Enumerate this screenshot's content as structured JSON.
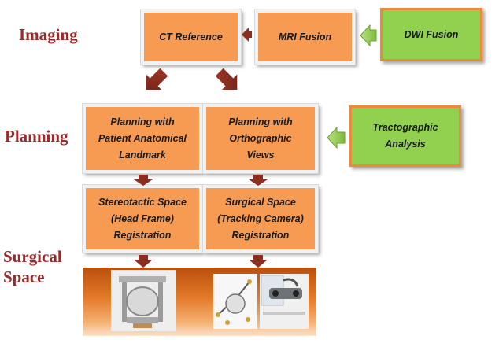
{
  "stages": {
    "imaging": "Imaging",
    "planning": "Planning",
    "surgical": "Surgical\nSpace"
  },
  "boxes": {
    "ct_reference": "CT Reference",
    "mri_fusion": "MRI Fusion",
    "dwi_fusion": "DWI Fusion",
    "planning_anatomical": "Planning with\nPatient Anatomical\nLandmark",
    "planning_orthographic": "Planning with\nOrthographic\nViews",
    "tractographic": "Tractographic\nAnalysis",
    "stereotactic": "Stereotactic Space\n(Head Frame)\nRegistration",
    "surgical_space": "Surgical Space\n(Tracking Camera)\nRegistration"
  },
  "images": {
    "head_frame": "head-frame-photo",
    "tracking_tools": "tracking-tools-photo",
    "tracking_camera": "tracking-camera-photo"
  },
  "colors": {
    "orange": "#f79a52",
    "green": "#92d050",
    "label_red": "#9b2a2a",
    "arrow_dark": "#8b2e1f",
    "arrow_green": "#92d050"
  }
}
